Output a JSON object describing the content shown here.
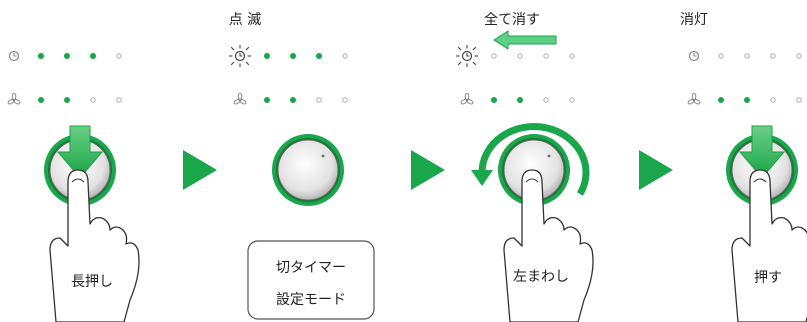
{
  "steps": [
    {
      "top_label": "",
      "hand_label": "長押し",
      "timer_row": "clock",
      "timer_dots": [
        1,
        1,
        1,
        0
      ],
      "fan_dots": [
        1,
        1,
        0,
        0
      ],
      "action": "press",
      "knob_ring": "green"
    },
    {
      "top_label": "点 滅",
      "hand_label": "",
      "timer_row": "blink",
      "timer_dots": [
        1,
        1,
        1,
        0
      ],
      "fan_dots": [
        1,
        1,
        0,
        0
      ],
      "action": "none",
      "knob_ring": "green"
    },
    {
      "top_label": "全て消す",
      "hand_label": "左まわし",
      "timer_row": "blink",
      "timer_dots": [
        0,
        0,
        0,
        0
      ],
      "fan_dots": [
        1,
        1,
        0,
        0
      ],
      "action": "rotate-left",
      "knob_ring": "green"
    },
    {
      "top_label": "消灯",
      "hand_label": "押す",
      "timer_row": "clock",
      "timer_dots": [
        0,
        0,
        0,
        0
      ],
      "fan_dots": [
        1,
        1,
        0,
        0
      ],
      "action": "press",
      "knob_ring": "green"
    }
  ],
  "mode_box": {
    "line1": "切タイマー",
    "line2": "設定モード"
  },
  "colors": {
    "accent": "#1aa64a",
    "dot_off": "#aaaaaa",
    "icon": "#888888",
    "arrow": "#1aa64a",
    "knob": "#d9d9d9"
  },
  "icons": {
    "timer": "clock-icon",
    "timer_blink": "blinking-clock-icon",
    "fan": "fan-icon",
    "next": "triangle-right-icon"
  }
}
